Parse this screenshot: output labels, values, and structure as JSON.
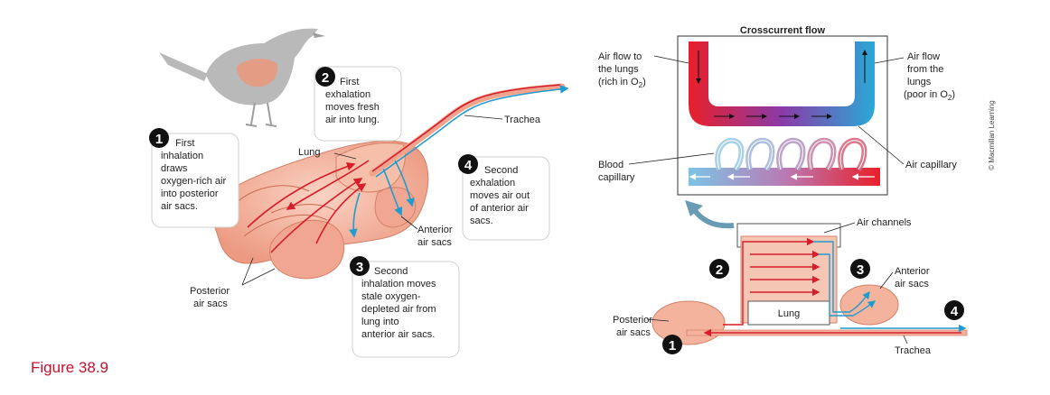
{
  "figure_label": "Figure 38.9",
  "credit": "© Macmillan Learning",
  "left": {
    "steps": [
      {
        "n": "1",
        "lines": [
          "First",
          "inhalation",
          "draws",
          "oxygen-rich air",
          "into posterior",
          "air sacs."
        ]
      },
      {
        "n": "2",
        "lines": [
          "First",
          "exhalation",
          "moves fresh",
          "air into lung."
        ]
      },
      {
        "n": "3",
        "lines": [
          "Second",
          "inhalation moves",
          "stale oxygen-",
          "depleted air from",
          "lung into",
          "anterior air sacs."
        ]
      },
      {
        "n": "4",
        "lines": [
          "Second",
          "exhalation",
          "moves air out",
          "of anterior air",
          "sacs."
        ]
      }
    ],
    "labels": {
      "trachea": "Trachea",
      "lung": "Lung",
      "anterior": [
        "Anterior",
        "air sacs"
      ],
      "posterior": [
        "Posterior",
        "air sacs"
      ]
    }
  },
  "crosscurrent": {
    "title": "Crosscurrent flow",
    "air_to_lungs": [
      "Air flow to",
      "the lungs",
      "(rich in O",
      "2",
      ")"
    ],
    "air_from_lungs": [
      "Air flow",
      "from the",
      "lungs",
      "(poor in O",
      "2",
      ")"
    ],
    "blood_capillary": [
      "Blood",
      "capillary"
    ],
    "air_capillary": "Air capillary"
  },
  "schematic": {
    "air_channels": "Air channels",
    "lung": "Lung",
    "anterior": [
      "Anterior",
      "air sacs"
    ],
    "posterior": [
      "Posterior",
      "air sacs"
    ],
    "trachea": "Trachea",
    "markers": [
      "1",
      "2",
      "3",
      "4"
    ]
  },
  "colors": {
    "accent_red": "#c8102e",
    "oxygen_rich": "#e8202a",
    "oxygen_poor": "#29a9d6",
    "tissue": "#f3b39c"
  }
}
